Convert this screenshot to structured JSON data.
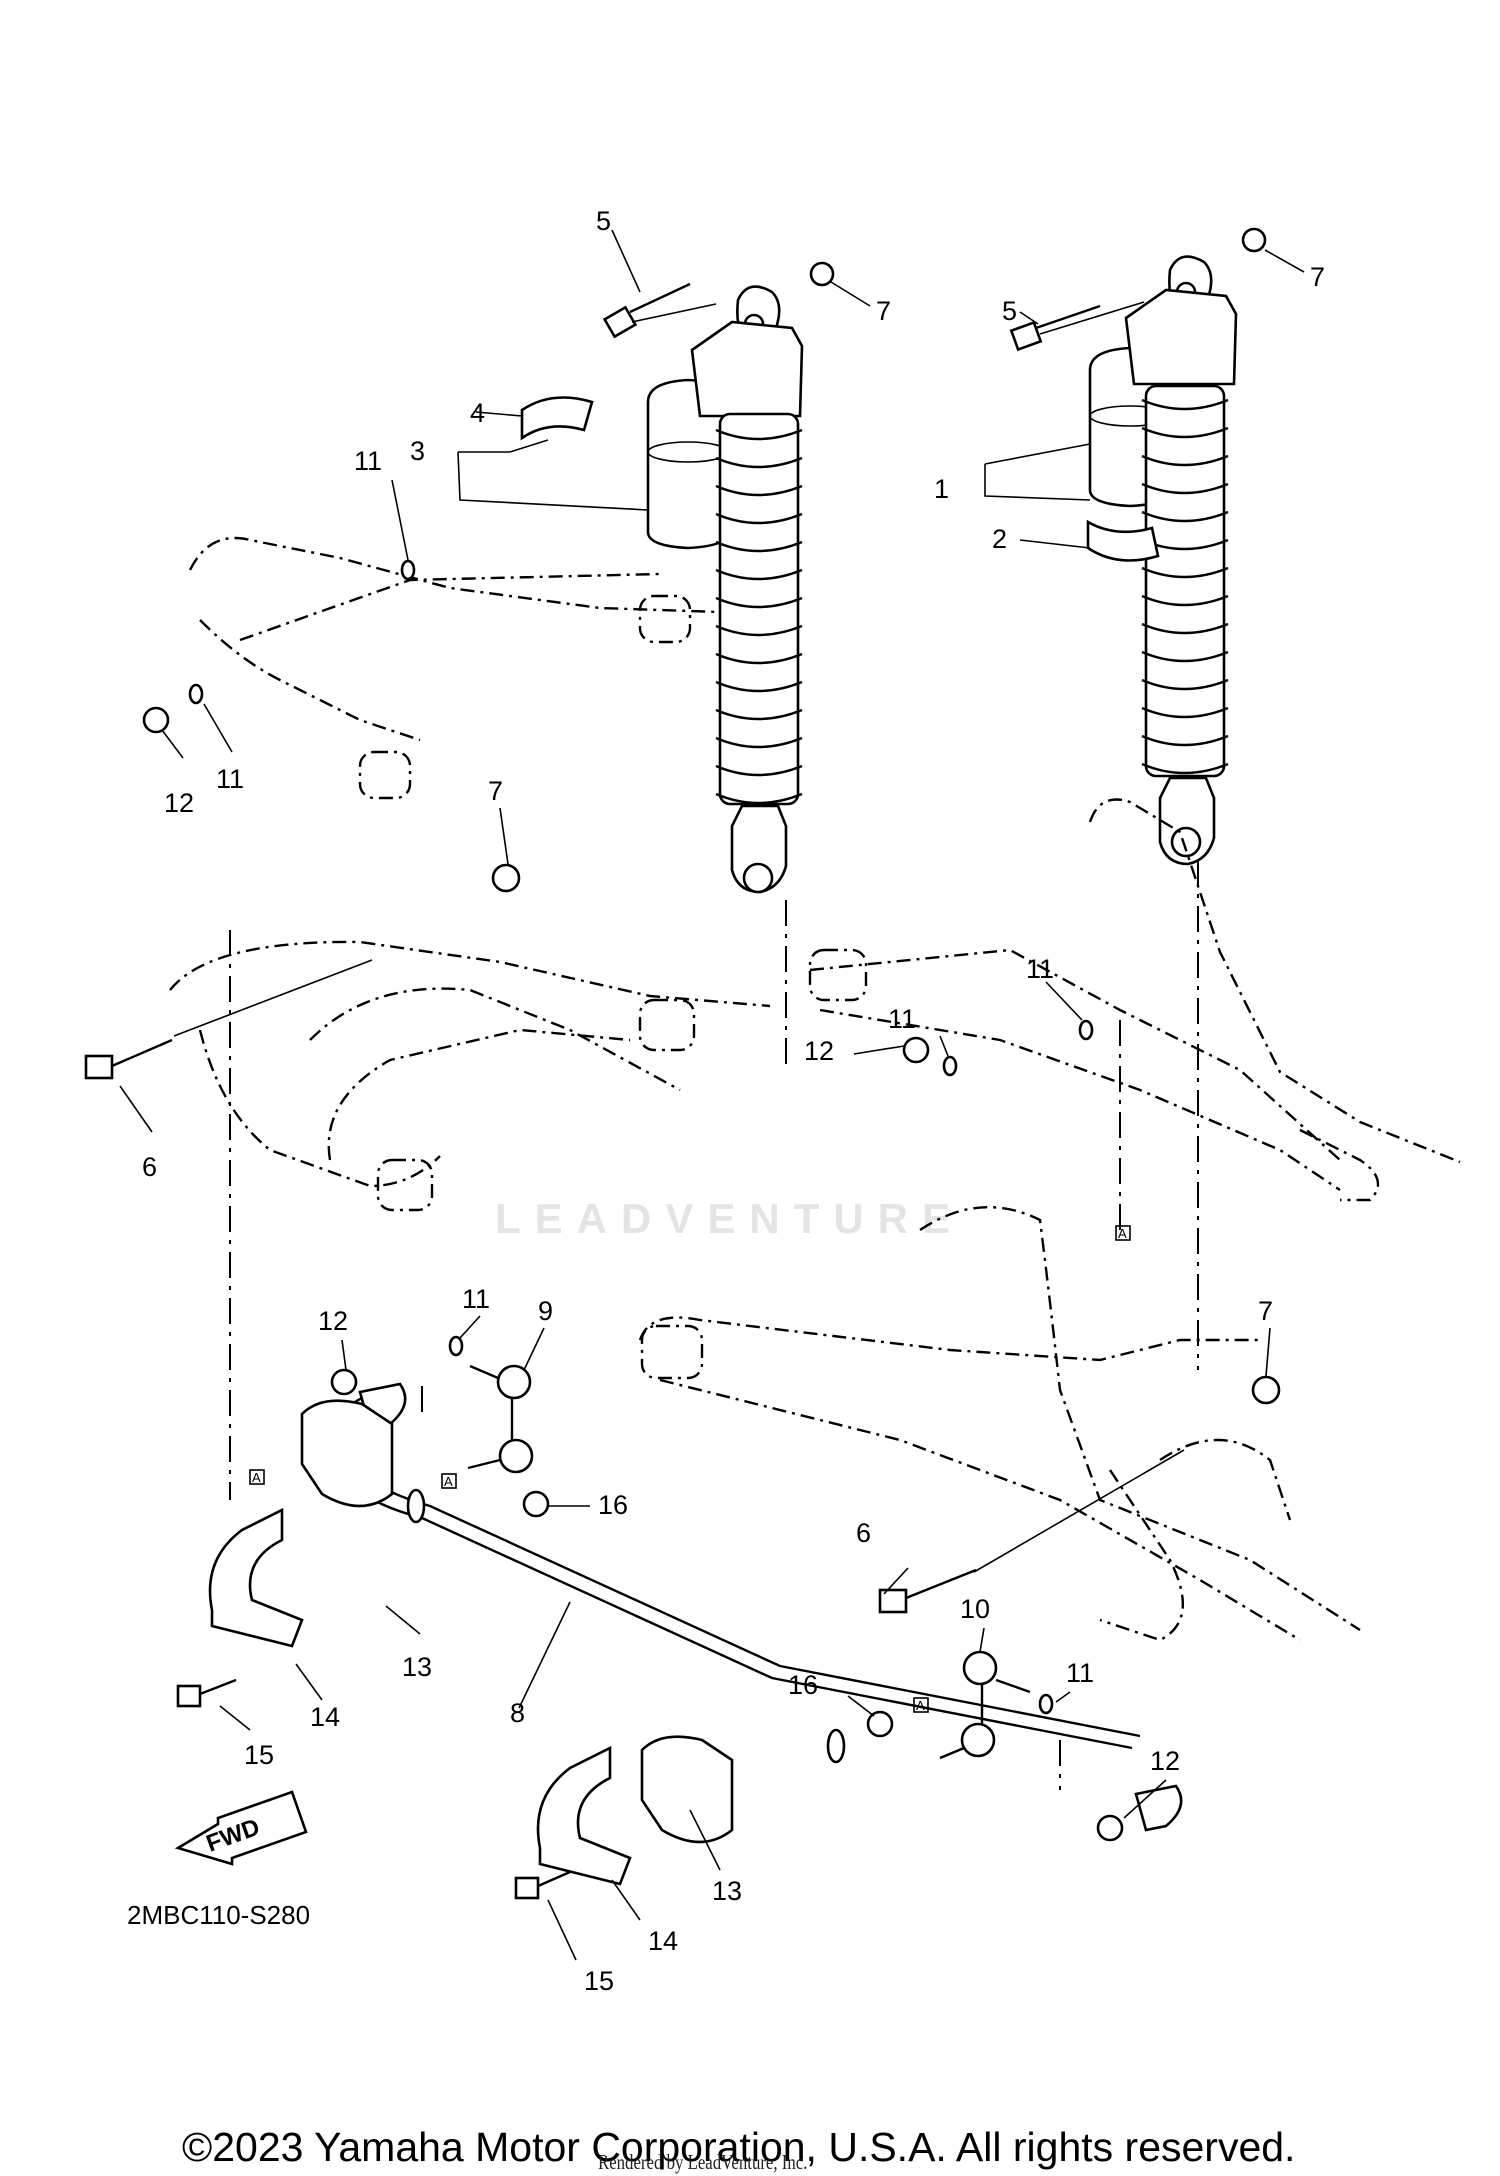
{
  "callouts": {
    "c1": "1",
    "c2": "2",
    "c3": "3",
    "c4": "4",
    "c5a": "5",
    "c5b": "5",
    "c6a": "6",
    "c6b": "6",
    "c7a": "7",
    "c7b": "7",
    "c7c": "7",
    "c7d": "7",
    "c8": "8",
    "c9": "9",
    "c10": "10",
    "c11a": "11",
    "c11b": "11",
    "c11c": "11",
    "c11d": "11",
    "c11e": "11",
    "c11f": "11",
    "c12a": "12",
    "c12b": "12",
    "c12c": "12",
    "c12d": "12",
    "c13a": "13",
    "c13b": "13",
    "c14a": "14",
    "c14b": "14",
    "c15a": "15",
    "c15b": "15",
    "c16a": "16",
    "c16b": "16"
  },
  "refmark": "A",
  "fwd": "FWD",
  "diagram_code": "2MBC110-S280",
  "watermark": "LEADVENTURE",
  "copyright": "©2023 Yamaha Motor Corporation, U.S.A. All rights reserved.",
  "rendered_by": "Rendered by LeadVenture, Inc."
}
